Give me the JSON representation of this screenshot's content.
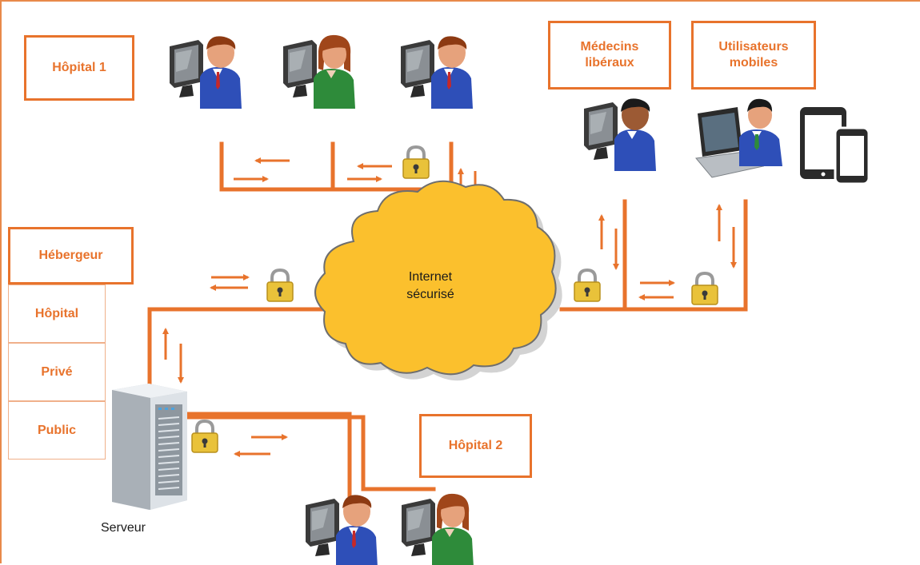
{
  "labels": {
    "hopital1": "Hôpital 1",
    "medecins": "Médecins libéraux",
    "utilisateurs": "Utilisateurs mobiles",
    "hebergeur": "Hébergeur",
    "hebergeur_hopital": "Hôpital",
    "hebergeur_prive": "Privé",
    "hebergeur_public": "Public",
    "hopital2": "Hôpital 2",
    "serveur": "Serveur",
    "cloud_line1": "Internet",
    "cloud_line2": "sécurisé"
  },
  "colors": {
    "accent": "#e8732c",
    "cloud_fill": "#fbc02d",
    "cloud_stroke": "#6e6e6e",
    "border": "#e8894a"
  },
  "icons": [
    "user-computer-icon",
    "laptop-user-icon",
    "tablet-icon",
    "phone-icon",
    "padlock-icon",
    "server-icon",
    "cloud-icon"
  ]
}
